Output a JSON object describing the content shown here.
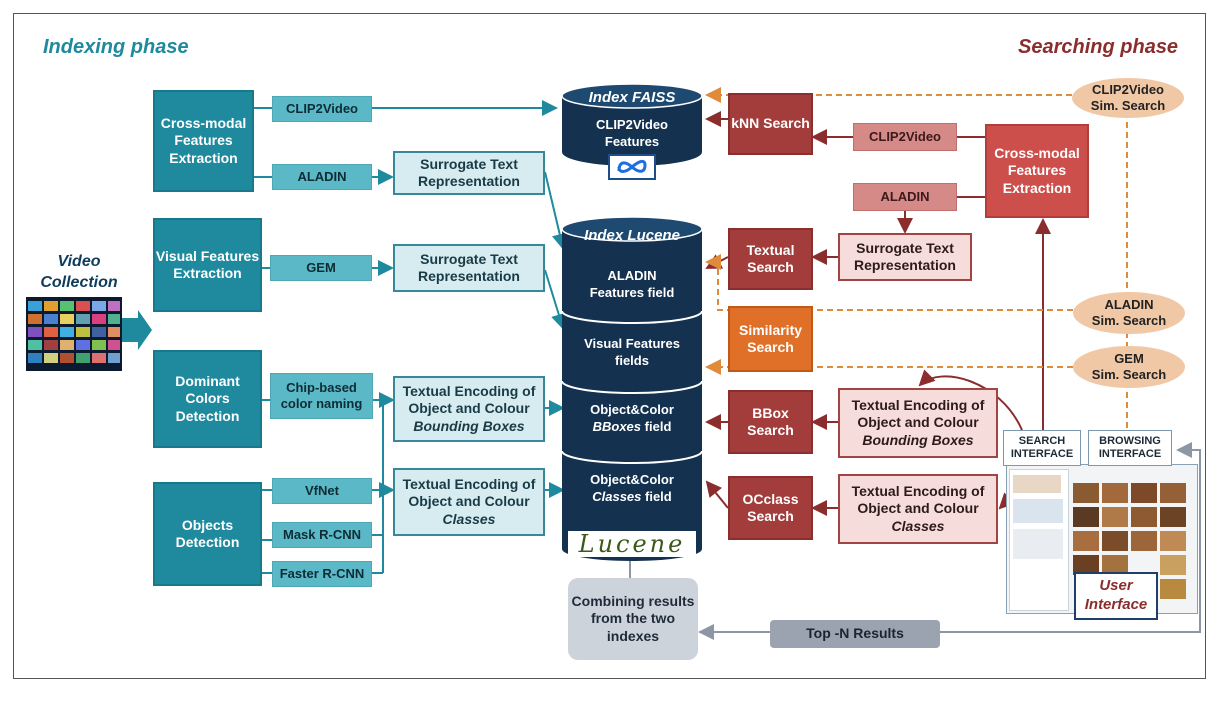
{
  "phases": {
    "indexing": "Indexing phase",
    "searching": "Searching phase"
  },
  "colors": {
    "indexing": "#1f8a9e",
    "searching": "#8b2d2d",
    "index_db": "#14314f",
    "dashed": "#e08a3c"
  },
  "video_collection": {
    "label_line1": "Video",
    "label_line2": "Collection"
  },
  "indexing": {
    "cross_modal": "Cross-modal Features Extraction",
    "visual": "Visual Features Extraction",
    "dominant": "Dominant Colors Detection",
    "objects": "Objects Detection",
    "clip2video": "CLIP2Video",
    "aladin": "ALADIN",
    "gem": "GEM",
    "chip": "Chip-based color naming",
    "vfnet": "VfNet",
    "maskrcnn": "Mask R-CNN",
    "fasterrcnn": "Faster R-CNN",
    "str1": "Surrogate Text Representation",
    "str2": "Surrogate Text Representation",
    "enc_bbox_line1": "Textual Encoding of",
    "enc_bbox_line2": "Object and Colour",
    "enc_bbox_line3": "Bounding Boxes",
    "enc_cls_line1": "Textual Encoding of",
    "enc_cls_line2": "Object and Colour",
    "enc_cls_line3": "Classes"
  },
  "faiss": {
    "title": "Index FAISS",
    "field": "CLIP2Video Features"
  },
  "lucene": {
    "title": "Index  Lucene",
    "aladin_field": "ALADIN Features field",
    "visual_field": "Visual Features fields",
    "bbox_line1": "Object&Color",
    "bbox_line2": "BBoxes",
    "bbox_line3": "field",
    "cls_line1": "Object&Color",
    "cls_line2": "Classes",
    "cls_line3": "field",
    "logo": "Lucene"
  },
  "searching": {
    "knn": "kNN Search",
    "textual": "Textual Search",
    "similarity": "Similarity Search",
    "bbox": "BBox Search",
    "occlass": "OCclass Search",
    "clip2video": "CLIP2Video",
    "aladin": "ALADIN",
    "cross_modal": "Cross-modal Features Extraction",
    "str": "Surrogate Text Representation",
    "enc_bbox_line1": "Textual Encoding of",
    "enc_bbox_line2": "Object and Colour",
    "enc_bbox_line3": "Bounding Boxes",
    "enc_cls_line1": "Textual Encoding of",
    "enc_cls_line2": "Object and Colour",
    "enc_cls_line3": "Classes"
  },
  "sim": {
    "clip_line1": "CLIP2Video",
    "clip_line2": "Sim. Search",
    "aladin_line1": "ALADIN",
    "aladin_line2": "Sim. Search",
    "gem_line1": "GEM",
    "gem_line2": "Sim. Search"
  },
  "ui": {
    "search_interface": "SEARCH INTERFACE",
    "browsing_interface": "BROWSING INTERFACE",
    "user_line1": "User",
    "user_line2": "Interface"
  },
  "combining": "Combining results from the two indexes",
  "topn": "Top -N Results"
}
